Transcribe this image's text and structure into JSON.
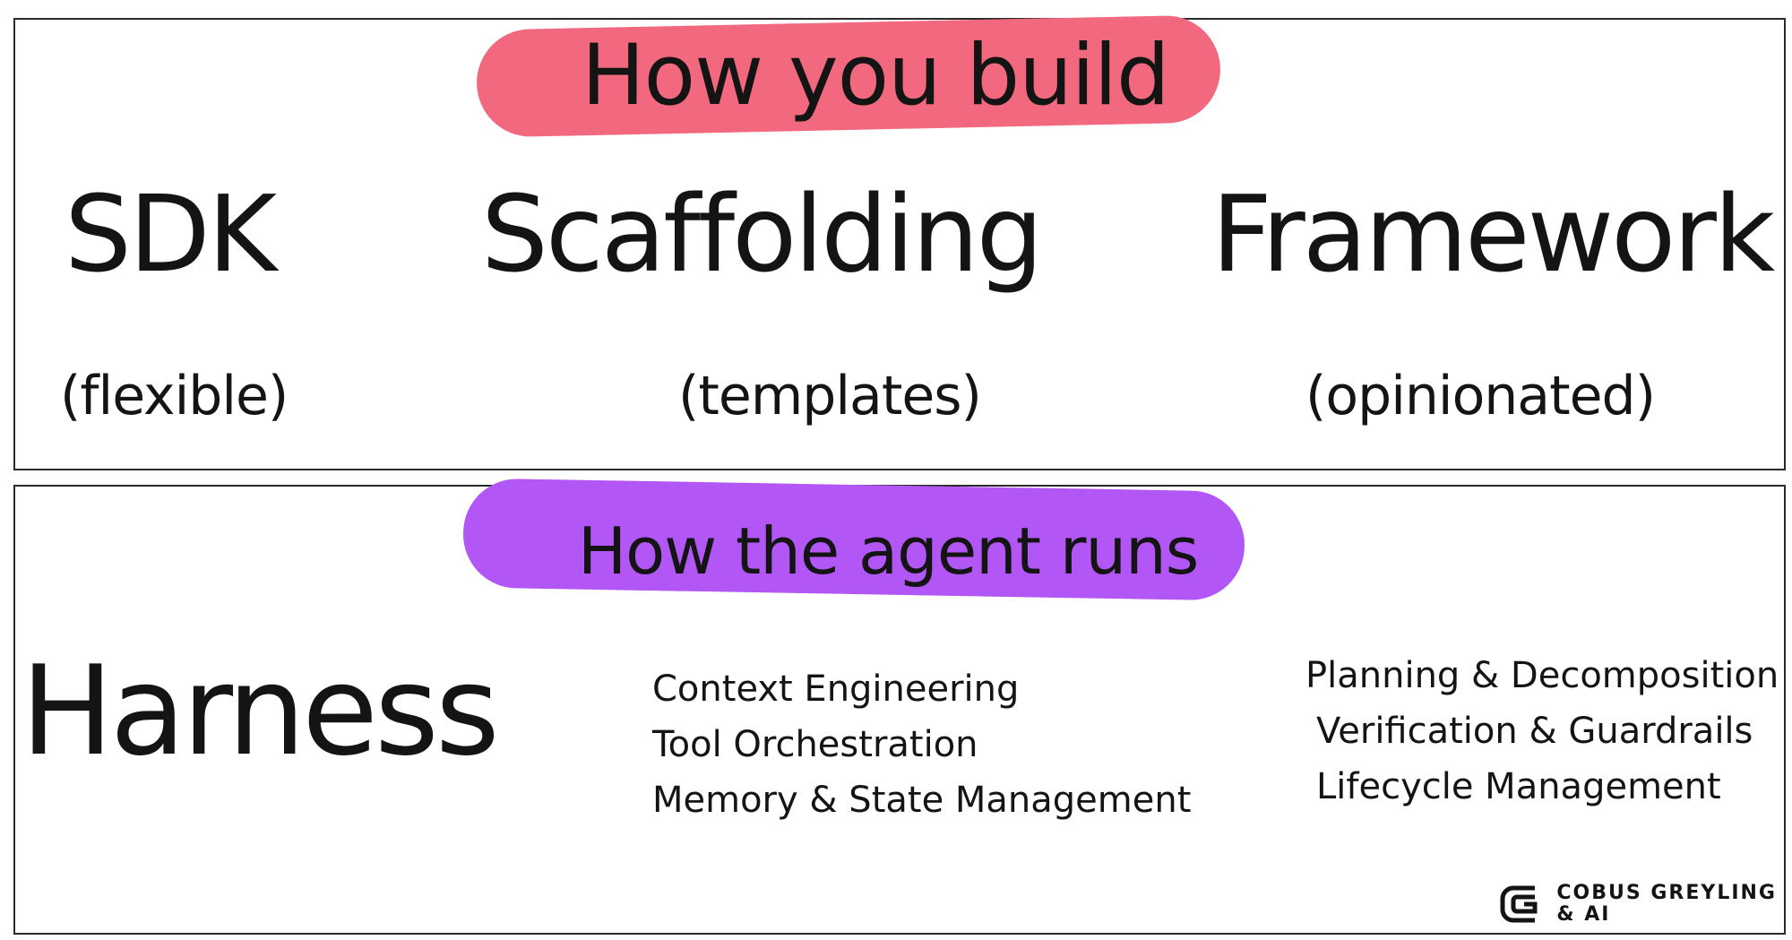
{
  "colors": {
    "build_highlight": "#f2697f",
    "runtime_highlight": "#b257f5",
    "text": "#141414",
    "border": "#2a2a2a"
  },
  "build": {
    "title": "How you build",
    "columns": [
      {
        "name": "SDK",
        "subtitle": "(flexible)"
      },
      {
        "name": "Scaffolding",
        "subtitle": "(templates)"
      },
      {
        "name": "Framework",
        "subtitle": "(opinionated)"
      }
    ]
  },
  "runtime": {
    "title": "How the agent runs",
    "name": "Harness",
    "features_left": [
      "Context Engineering",
      "Tool Orchestration",
      "Memory & State Management"
    ],
    "features_right": [
      "Planning & Decomposition",
      "Verification & Guardrails",
      "Lifecycle Management"
    ]
  },
  "brand": {
    "line1": "COBUS GREYLING",
    "line2": "& AI",
    "logo_icon": "cg-logo-icon"
  }
}
